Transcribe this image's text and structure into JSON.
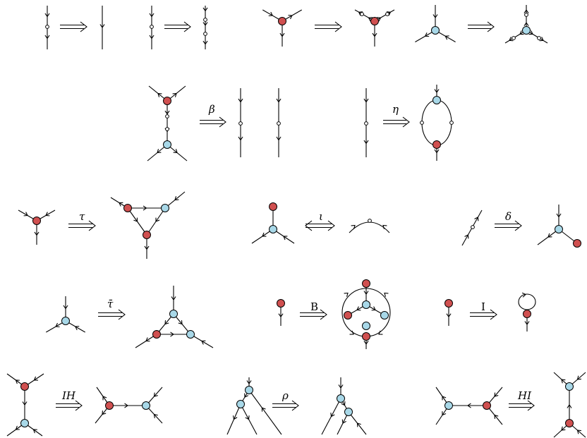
{
  "colors": {
    "red_node": "#d05050",
    "blue_node": "#a8d8e8",
    "white_node": "#ffffff",
    "stroke": "#000000"
  },
  "labels": {
    "beta": "β",
    "eta": "η",
    "tau": "τ",
    "iota": "ι",
    "delta": "δ",
    "tau_bar": "τ̄",
    "B": "B",
    "I": "I",
    "IH": "IH",
    "rho": "ρ",
    "HI": "HI"
  }
}
